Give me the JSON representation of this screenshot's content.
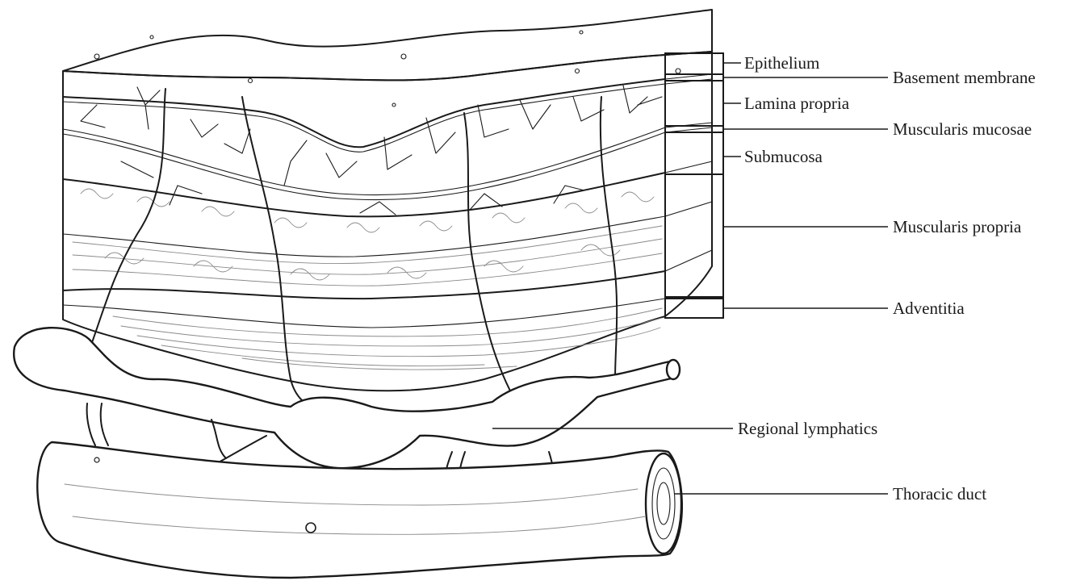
{
  "labels": {
    "epithelium": "Epithelium",
    "basement_membrane": "Basement membrane",
    "lamina_propria": "Lamina propria",
    "muscularis_mucosae": "Muscularis mucosae",
    "submucosa": "Submucosa",
    "muscularis_propria": "Muscularis propria",
    "adventitia": "Adventitia",
    "regional_lymphatics": "Regional lymphatics",
    "thoracic_duct": "Thoracic duct"
  },
  "colors": {
    "ink": "#1a1a1a",
    "background": "#ffffff"
  }
}
